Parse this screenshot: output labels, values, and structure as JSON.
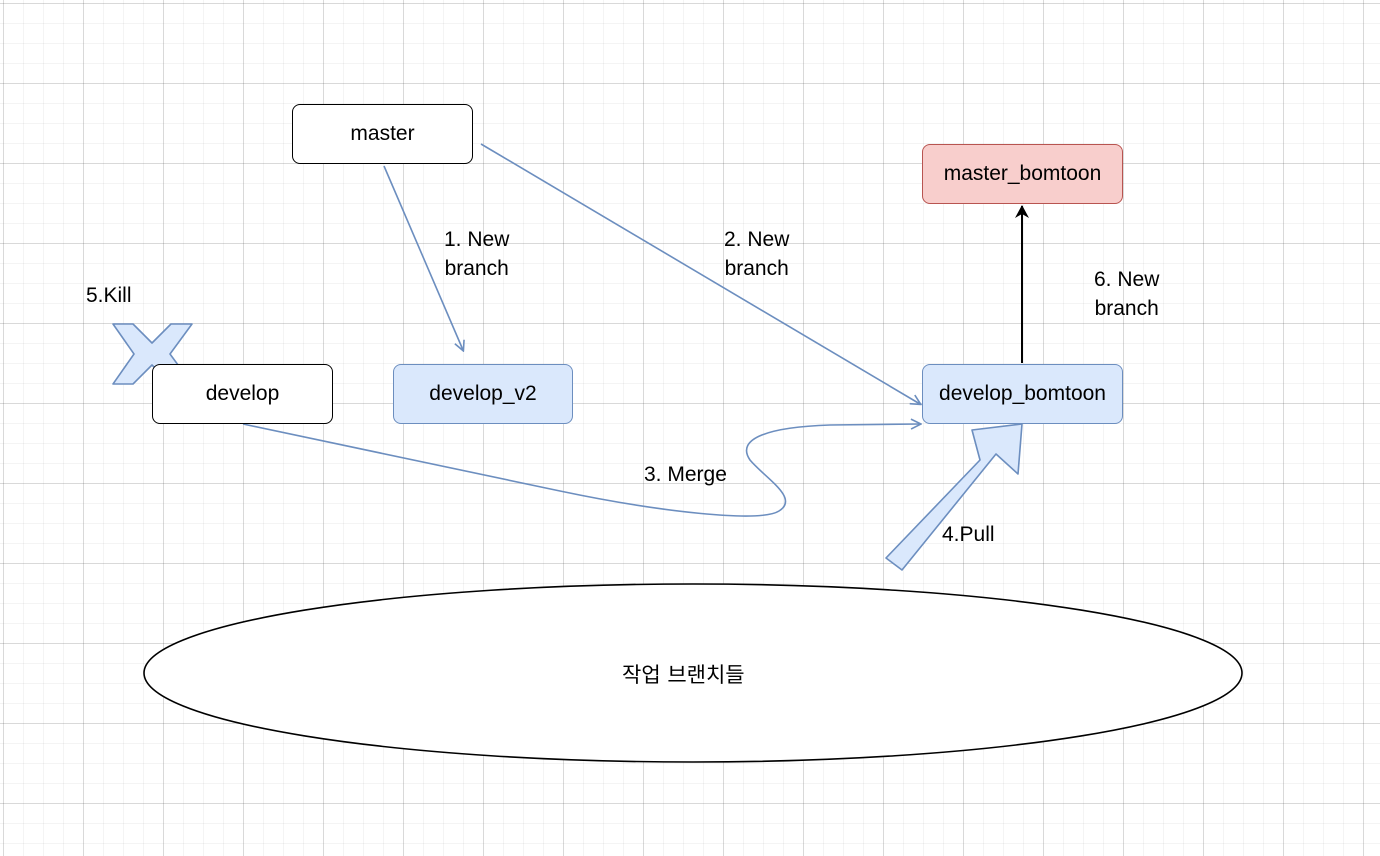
{
  "nodes": {
    "master": "master",
    "develop": "develop",
    "develop_v2": "develop_v2",
    "develop_bomtoon": "develop_bomtoon",
    "master_bomtoon": "master_bomtoon"
  },
  "edge_labels": {
    "step1": [
      "1. New",
      "branch"
    ],
    "step2": [
      "2. New",
      "branch"
    ],
    "step3": "3. Merge",
    "step4": "4.Pull",
    "step5": "5.Kill",
    "step6": [
      "6. New",
      "branch"
    ]
  },
  "ellipse_label": "작업 브랜치들",
  "colors": {
    "edge_blue": "#6c8ebf",
    "fill_blue": "#dae8fc",
    "fill_red": "#f8cecc",
    "stroke_red": "#b85450",
    "stroke_black": "#000000"
  }
}
